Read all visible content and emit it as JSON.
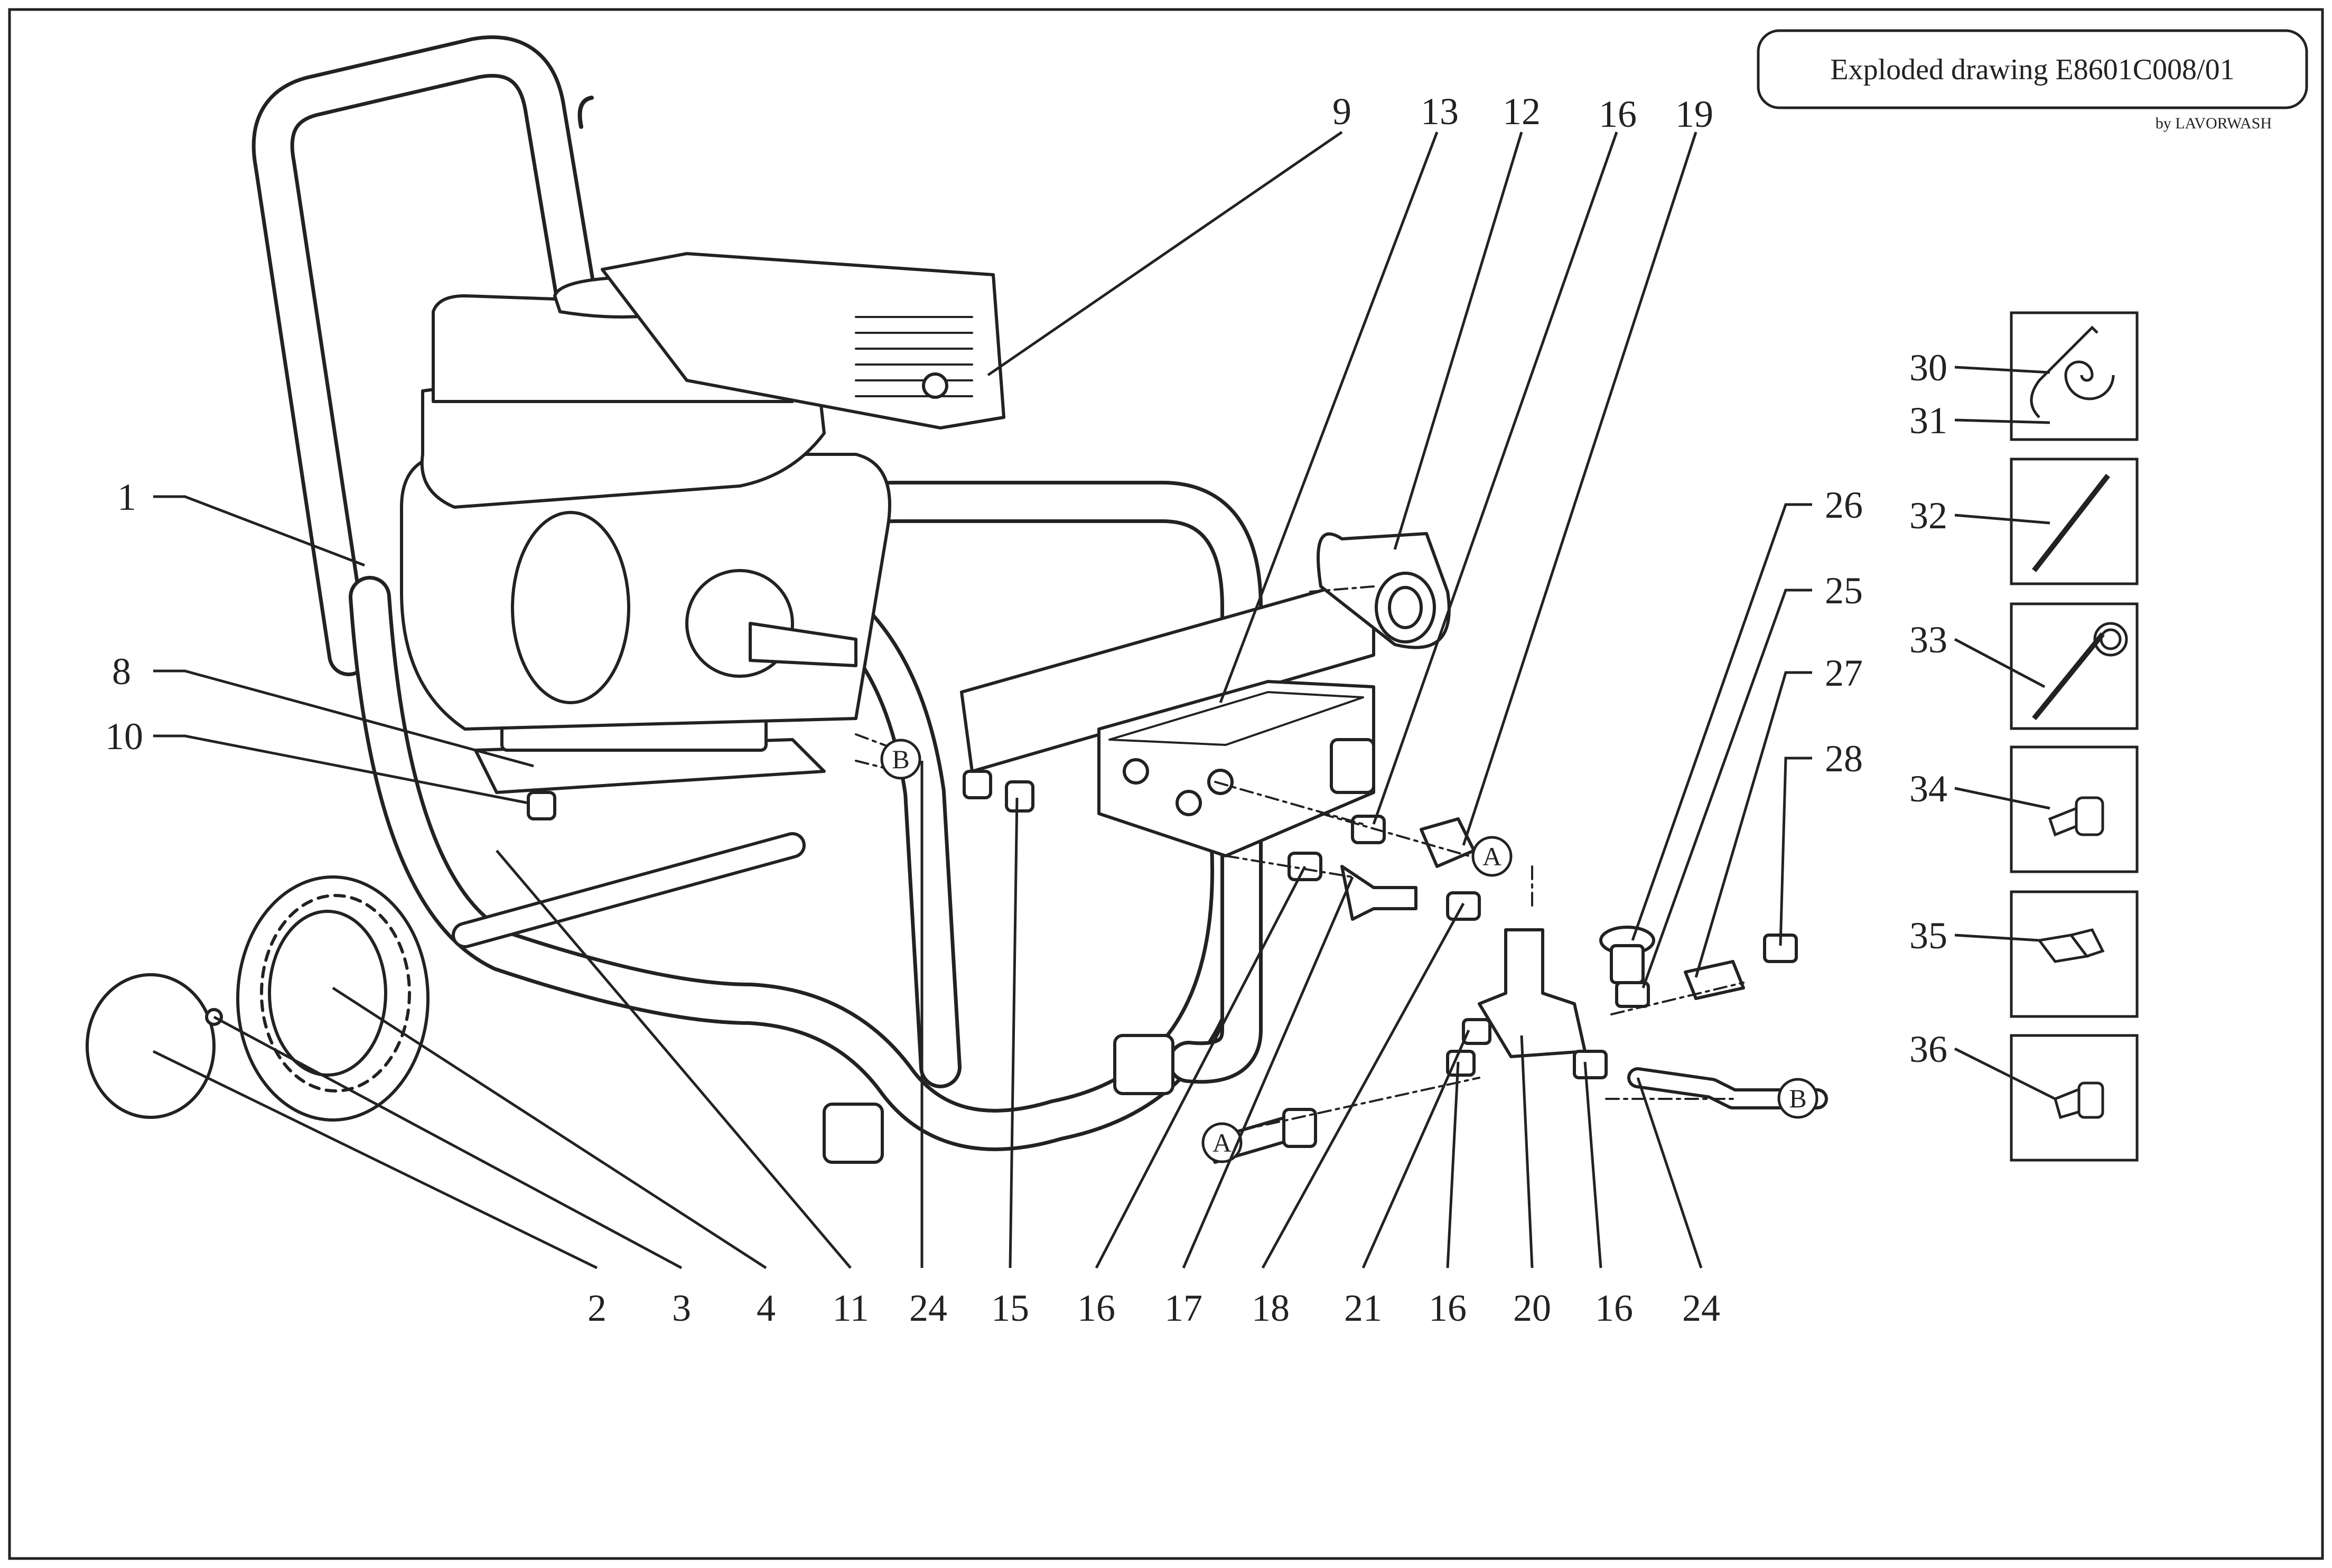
{
  "header": {
    "title": "Exploded drawing E8601C008/01",
    "brand": "by LAVORWASH"
  },
  "connectors": {
    "a": "A",
    "b": "B"
  },
  "labels": {
    "p1": "1",
    "p2": "2",
    "p3": "3",
    "p4": "4",
    "p8": "8",
    "p9": "9",
    "p10": "10",
    "p11": "11",
    "p12": "12",
    "p13": "13",
    "p15": "15",
    "p16": "16",
    "p17": "17",
    "p18": "18",
    "p19": "19",
    "p20": "20",
    "p21": "21",
    "p24": "24",
    "p25": "25",
    "p26": "26",
    "p27": "27",
    "p28": "28",
    "p30": "30",
    "p31": "31",
    "p32": "32",
    "p33": "33",
    "p34": "34",
    "p35": "35",
    "p36": "36"
  }
}
